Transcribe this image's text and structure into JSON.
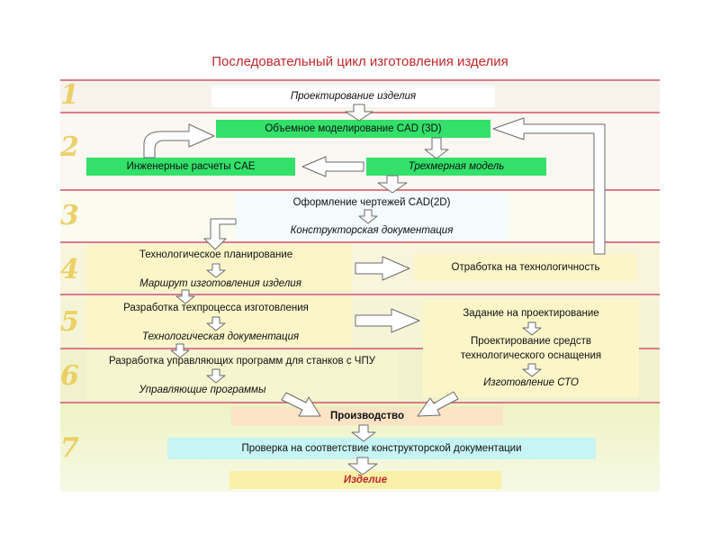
{
  "title": "Последовательный цикл изготовления изделия",
  "stage_numbers": [
    "1",
    "2",
    "3",
    "4",
    "5",
    "6",
    "7"
  ],
  "nodes": {
    "design": "Проектирование изделия",
    "volume_modeling": "Объемное моделирование CAD (3D)",
    "engineering_calc": "Инженерные расчеты CAE",
    "model_3d": "Трехмерная модель",
    "drawings": "Оформление чертежей CAD(2D)",
    "design_docs": "Конструкторская документация",
    "tech_planning": "Технологическое планирование",
    "route": "Маршрут изготовления изделия",
    "manufacturability": "Отработка на технологичность",
    "process_dev": "Разработка техпроцесса изготовления",
    "tech_docs": "Технологическая документация",
    "design_task": "Задание на проектирование",
    "tooling_design_1": "Проектирование средств",
    "tooling_design_2": "технологического оснащения",
    "cnc_dev": "Разработка управляющих программ для станков с ЧПУ",
    "control_programs": "Управляющие программы",
    "sto_making": "Изготовление СТО",
    "production": "Производство",
    "verification": "Проверка на соответствие конструкторской документации",
    "product": "Изделие"
  },
  "colors": {
    "title": "#c0282b",
    "green_box": "#33e06a",
    "stage_line": "#d97b8a",
    "product_text": "#c0282b"
  }
}
